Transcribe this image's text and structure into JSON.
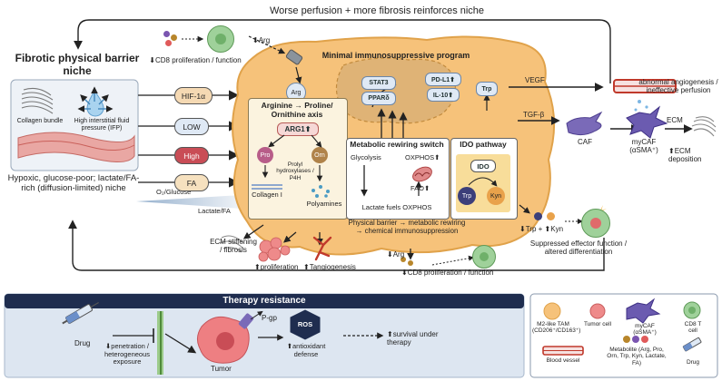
{
  "top_loop_label": "Worse perfusion + more fibrosis reinforces niche",
  "left_niche": {
    "title": "Fibrotic physical barrier niche",
    "collagen_label": "Collagen bundle",
    "ifp_label": "High interstitial fluid pressure (IFP)",
    "bottom_label": "Hypoxic, glucose-poor; lactate/FA-rich (diffusion-limited) niche",
    "gradient_top": "O₂/Glucose",
    "gradient_bottom": "Lactate/FA"
  },
  "signals": [
    "HIF-1α",
    "LOW",
    "High",
    "FA"
  ],
  "top_cd8": {
    "label": "⬇CD8 proliferation / function",
    "arg": "⬇Arg",
    "arg_node": "Arg"
  },
  "program": {
    "title": "Minimal immunosuppressive program",
    "stat3": "STAT3",
    "ppar": "PPARδ",
    "pdl1": "PD-L1⬆",
    "il10": "IL-10⬆",
    "trp_node": "Trp"
  },
  "arginine": {
    "title": "Arginine → Proline/ Ornithine axis",
    "arg1": "ARG1⬆",
    "pro": "Pro",
    "orn": "Orn",
    "prolyl": "Prolyl hydroxylases / P4H",
    "collagen": "Collagen I",
    "polyamines": "Polyamines"
  },
  "metabolic": {
    "title": "Metabolic rewiring switch",
    "glycolysis": "Glycolysis",
    "oxphos": "OXPHOS⬆",
    "fao": "FAO⬆",
    "lactate": "Lactate fuels OXPHOS"
  },
  "ido": {
    "title": "IDO pathway",
    "ido": "IDO",
    "trp": "Trp",
    "kyn": "Kyn"
  },
  "barrier_caption": "Physical barrier → metabolic rewiring → chemical immunosuppression",
  "bottom_outputs": {
    "ecm_stiff": "ECM stiffening / fibrosis",
    "prolif": "⬆proliferation",
    "tangio": "⬆Tangiogenesis",
    "arg_down": "⬇Arg",
    "cd8_down": "⬇CD8 proliferation / function",
    "trp_kyn": "⬇Trp + ⬆Kyn",
    "suppressed": "Suppressed effector function / altered differentiation"
  },
  "right_side": {
    "vegf": "VEGF",
    "angio": "abnormal angiogenesis / ineffective perfusion",
    "tgfb": "TGF-β",
    "ecm": "ECM",
    "caf": "CAF",
    "mycaf": "myCAF (αSMA⁺)",
    "ecm_dep": "⬆ECM deposition"
  },
  "therapy": {
    "title": "Therapy resistance",
    "drug": "Drug",
    "penetration": "⬇penetration / heterogeneous exposure",
    "tumor": "Tumor",
    "pgp": "P-gp",
    "ros": "ROS",
    "antioxidant": "⬆antioxidant defense",
    "survival": "⬆survival under therapy"
  },
  "legend": {
    "tam": "M2-like TAM (CD206⁺/CD163⁺)",
    "tumor_cell": "Tumor cell",
    "mycaf": "myCAF (αSMA⁺)",
    "cd8": "CD8 T cell",
    "blood": "Blood vessel",
    "metabolite": "Metabolite (Arg, Pro, Orn, Trp, Kyn, Lactate, FA)",
    "drug": "Drug"
  },
  "colors": {
    "tam_orange": "#f6c27a",
    "tam_edge": "#e0a24a",
    "navy": "#1f2d4f",
    "left_panel": "#eef2f7",
    "therapy_panel": "#dde6f1",
    "cd8_green": "#9fd19a",
    "vessel_red": "#c0392b"
  }
}
